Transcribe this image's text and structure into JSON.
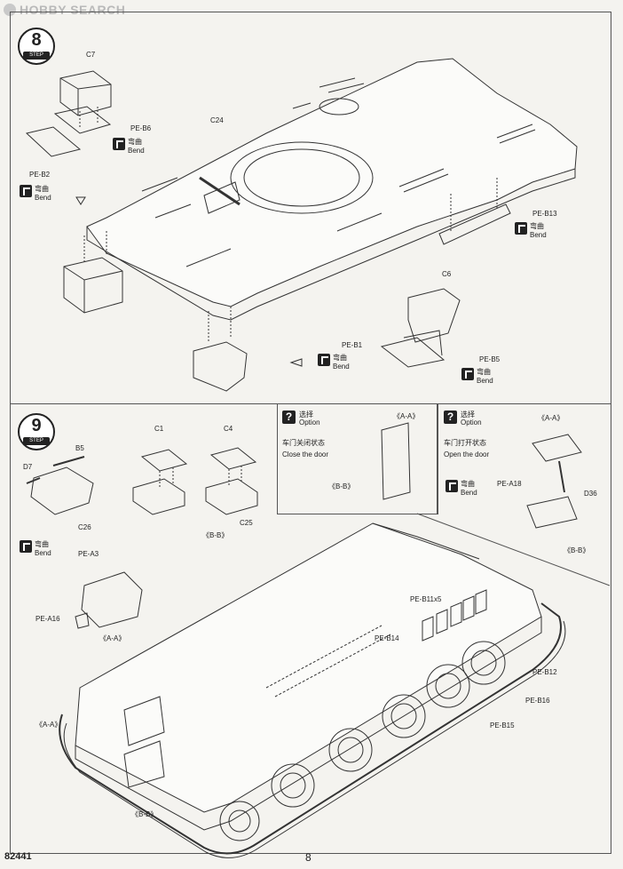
{
  "watermark": "HOBBY SEARCH",
  "step8": {
    "number": "8",
    "tag": "STEP",
    "labels": {
      "c7": "C7",
      "pe_b6": "PE-B6",
      "pe_b2": "PE-B2",
      "c24": "C24",
      "pe_b13": "PE-B13",
      "c6": "C6",
      "pe_b1": "PE-B1",
      "pe_b5": "PE-B5"
    },
    "bend_cn": "弯曲",
    "bend_en": "Bend"
  },
  "step9": {
    "number": "9",
    "tag": "STEP",
    "labels": {
      "b5": "B5",
      "d7": "D7",
      "c26": "C26",
      "c1": "C1",
      "c4": "C4",
      "c25": "C25",
      "bb": "《B-B》",
      "pe_a3": "PE-A3",
      "pe_a16": "PE-A16",
      "aa": "《A-A》",
      "pe_b11": "PE-B11x5",
      "pe_b14": "PE-B14",
      "pe_b12": "PE-B12",
      "pe_b16": "PE-B16",
      "pe_b15": "PE-B15",
      "aa2": "《A-A》",
      "bb2": "《B-B》"
    },
    "bend_cn": "弯曲",
    "bend_en": "Bend",
    "option_close": {
      "icon": "?",
      "cn": "选择",
      "en": "Option",
      "desc_cn": "车门关闭状态",
      "desc_en": "Close the door",
      "aa": "《A-A》",
      "bb": "《B-B》"
    },
    "option_open": {
      "icon": "?",
      "cn": "选择",
      "en": "Option",
      "desc_cn": "车门打开状态",
      "desc_en": "Open the door",
      "aa": "《A-A》",
      "pe_a18": "PE-A18",
      "d36": "D36",
      "bb": "《B-B》",
      "bend_cn": "弯曲",
      "bend_en": "Bend"
    }
  },
  "footer": {
    "code": "82441",
    "page": "8"
  }
}
